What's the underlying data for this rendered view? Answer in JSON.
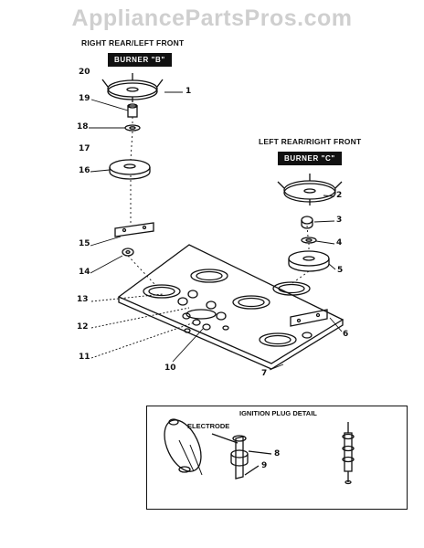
{
  "watermark": "AppliancePartsPros.com",
  "sections": {
    "right_rear_left_front": "RIGHT REAR/LEFT FRONT",
    "burner_b": "BURNER \"B\"",
    "left_rear_right_front": "LEFT REAR/RIGHT FRONT",
    "burner_c": "BURNER \"C\""
  },
  "callouts": [
    "1",
    "2",
    "3",
    "4",
    "5",
    "6",
    "7",
    "8",
    "9",
    "10",
    "11",
    "12",
    "13",
    "14",
    "15",
    "16",
    "17",
    "18",
    "19",
    "20"
  ],
  "detail": {
    "title": "IGNITION PLUG DETAIL",
    "electrode": "ELECTRODE"
  }
}
